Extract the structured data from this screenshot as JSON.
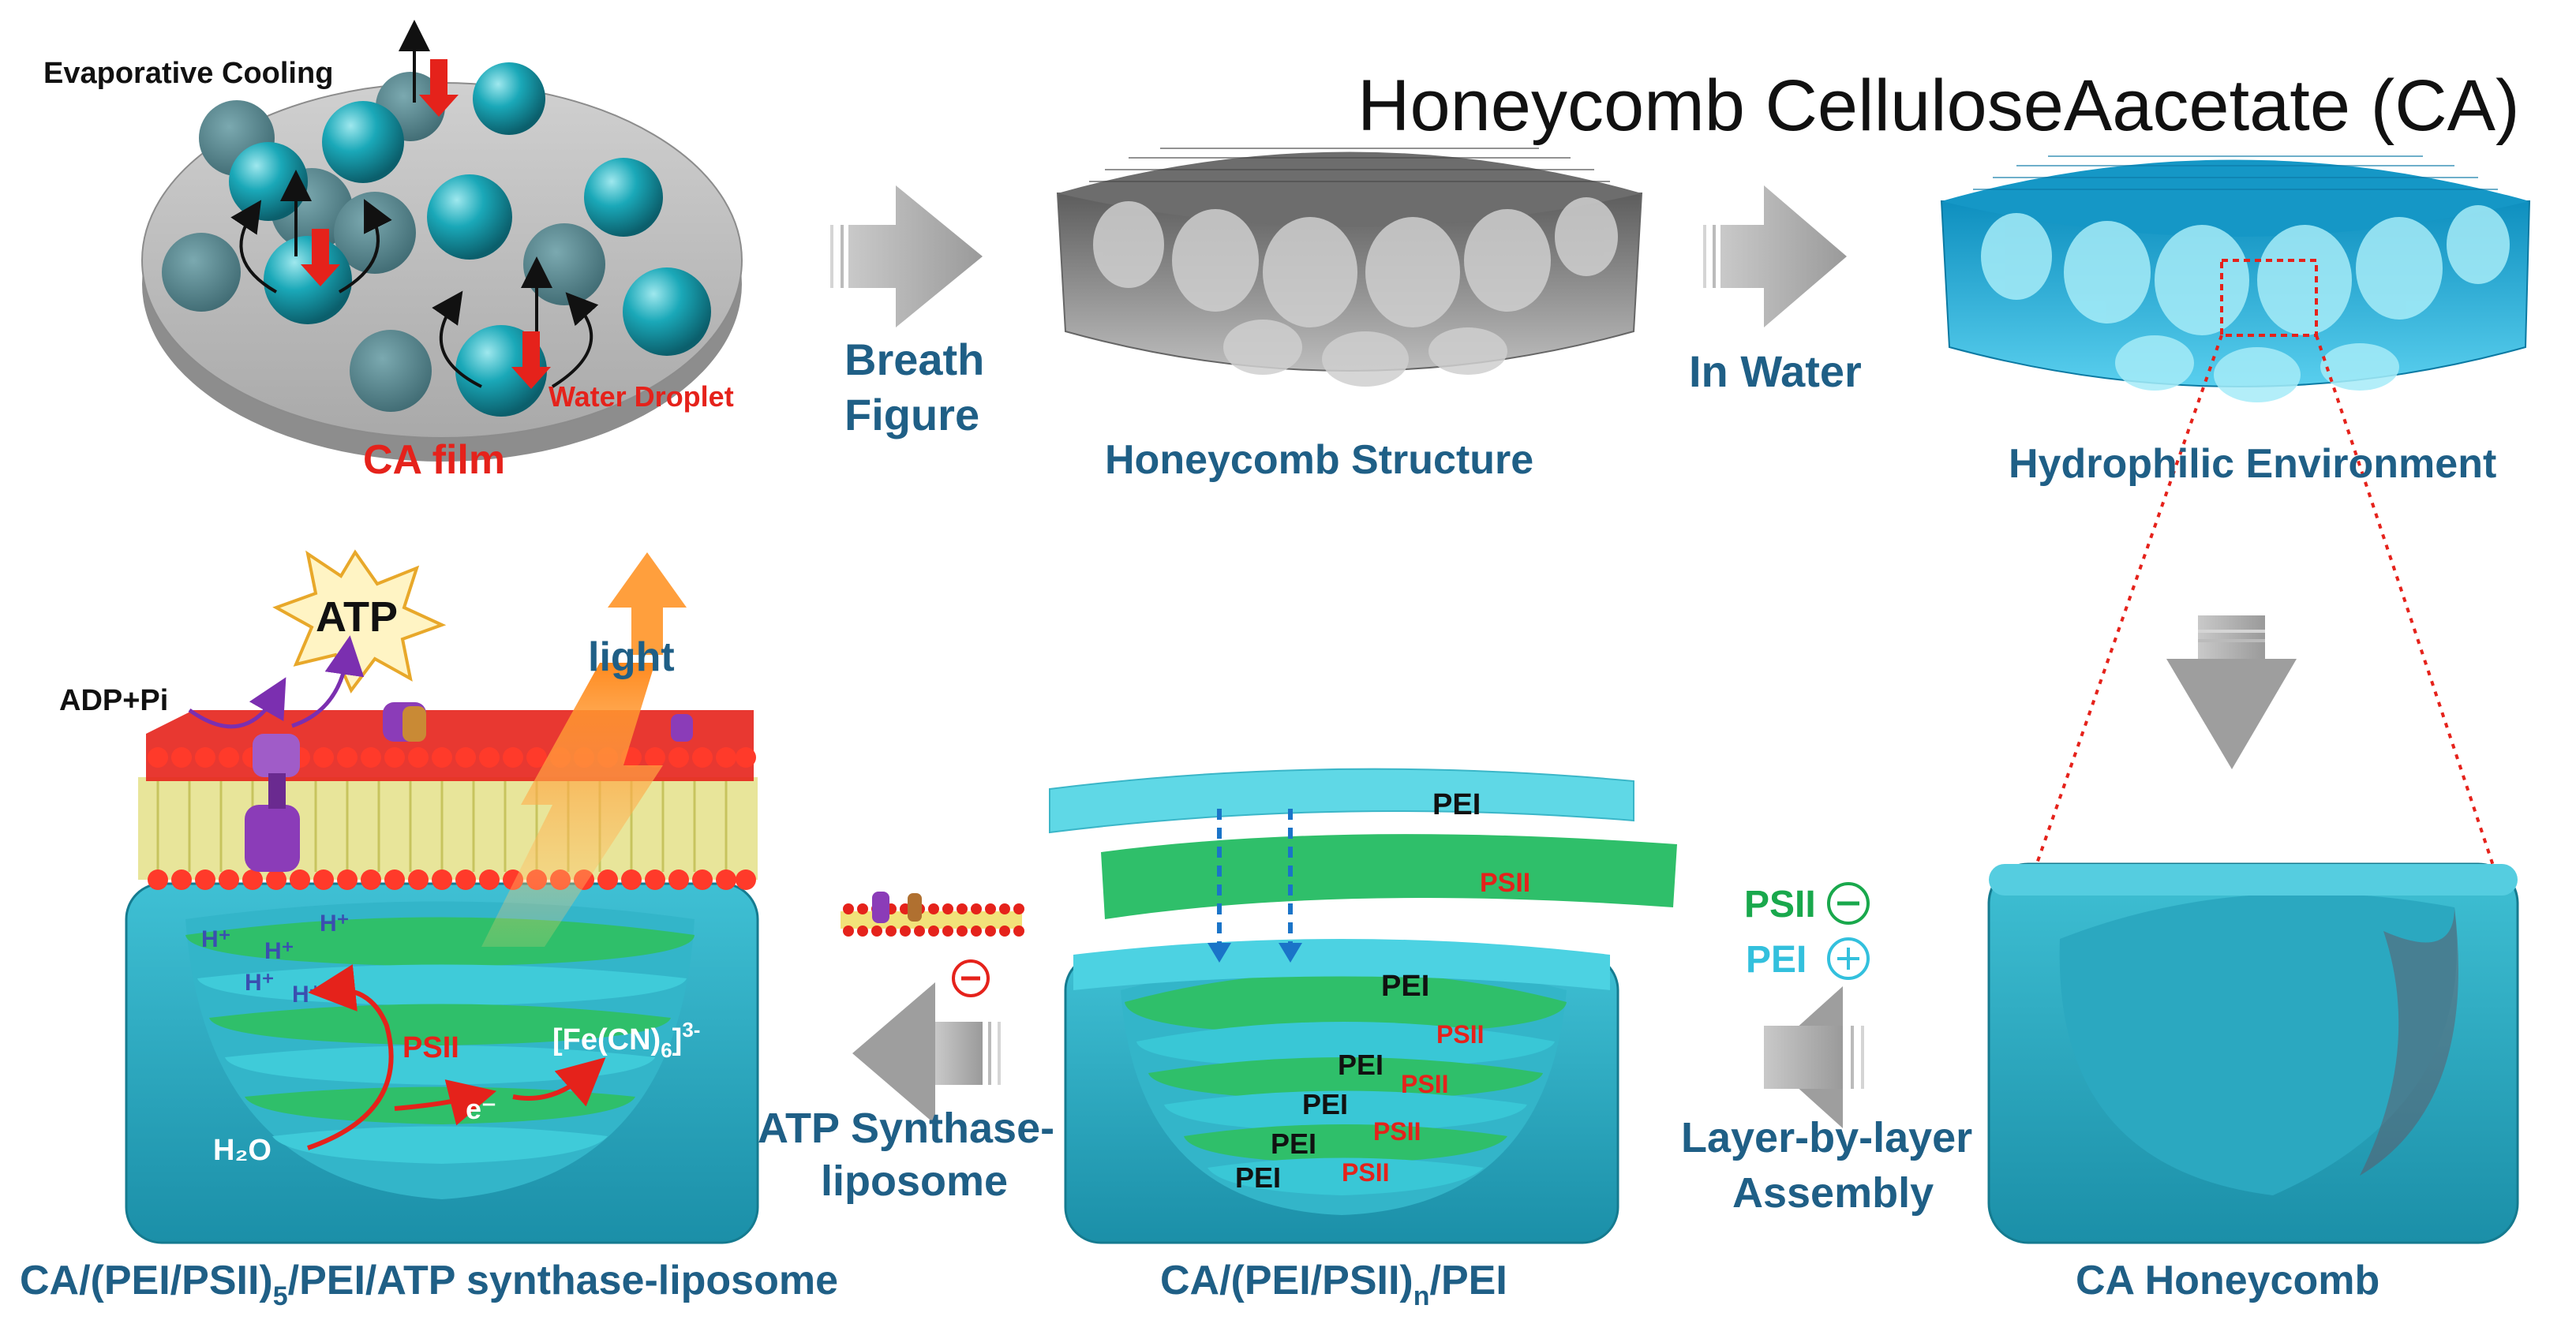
{
  "title": "Honeycomb CelluloseAacetate (CA)",
  "stage1": {
    "evaporative_cooling": "Evaporative Cooling",
    "water_droplet": "Water Droplet",
    "ca_film": "CA film"
  },
  "arrow_breath": {
    "line1": "Breath",
    "line2": "Figure"
  },
  "stage2": {
    "caption": "Honeycomb Structure"
  },
  "arrow_water": {
    "label": "In Water"
  },
  "stage3": {
    "caption": "Hydrophilic Environment"
  },
  "stage4": {
    "caption": "CA Honeycomb"
  },
  "arrow_lbl": {
    "line1": "Layer-by-layer",
    "line2": "Assembly",
    "psii": "PSII",
    "pei": "PEI",
    "minus": "−",
    "plus": "+"
  },
  "stage5": {
    "pei_top": "PEI",
    "psii_top": "PSII",
    "pei_mid": "PEI",
    "pei_1": "PEI",
    "pei_2": "PEI",
    "pei_3": "PEI",
    "pei_4": "PEI",
    "psii_1": "PSII",
    "psii_2": "PSII",
    "psii_3": "PSII",
    "psii_4": "PSII",
    "caption_main": "CA/(PEI/PSII)",
    "caption_sub": "n",
    "caption_end": "/PEI"
  },
  "arrow_atp": {
    "line1": "ATP Synthase-",
    "line2": "liposome",
    "minus": "−"
  },
  "stage6": {
    "atp": "ATP",
    "adp": "ADP+Pi",
    "light": "light",
    "psii": "PSII",
    "h2o": "H₂O",
    "electron": "e⁻",
    "ferri": "[Fe(CN)",
    "ferri_sub": "6",
    "ferri_end": "]",
    "ferri_sup": "3-",
    "hplus": "H⁺",
    "caption_main": "CA/(PEI/PSII)",
    "caption_sub": "5",
    "caption_end": "/PEI/ATP synthase-liposome"
  },
  "colors": {
    "label_blue": "#1f5f86",
    "red": "#e5221b",
    "cyan_block": "#3fb8cc",
    "green_layer": "#2fbf6a",
    "gray_arrow": "#a8a8a8"
  }
}
